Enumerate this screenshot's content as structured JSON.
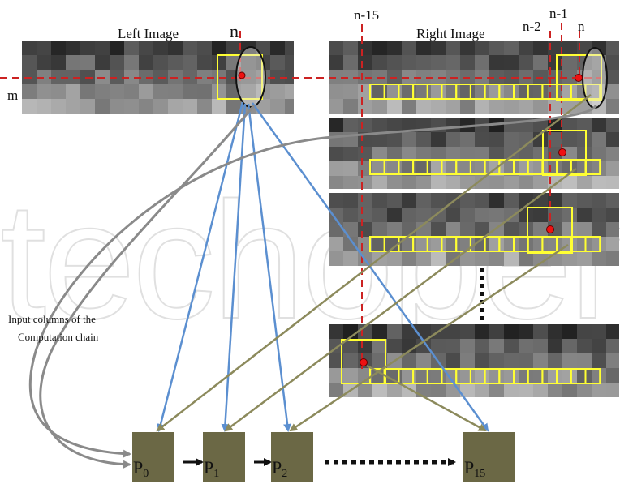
{
  "labels": {
    "left_image": "Left Image",
    "right_image": "Right Image",
    "n_left": "n",
    "m": "m",
    "n_minus_15": "n-15",
    "n_minus_2": "n-2",
    "n_minus_1": "n-1",
    "n_right": "n",
    "input_columns_line1": "Input columns of the",
    "input_columns_line2": "Computation chain"
  },
  "processors": [
    {
      "base": "P",
      "sub": "0"
    },
    {
      "base": "P",
      "sub": "1"
    },
    {
      "base": "P",
      "sub": "2"
    },
    {
      "base": "P",
      "sub": "15"
    }
  ],
  "watermark": "techopen",
  "colors": {
    "window": "#ffff33",
    "guide": "#cc2222",
    "point": "#ee1111",
    "left_links": "#5b8fd0",
    "right_links": "#8c8a5c",
    "input_links": "#8a8a8a",
    "processor": "#6b6845",
    "chain": "#111111"
  },
  "icons": {
    "chain_arrow": "arrow-right",
    "window_cell": "square",
    "pixel": "circle"
  }
}
